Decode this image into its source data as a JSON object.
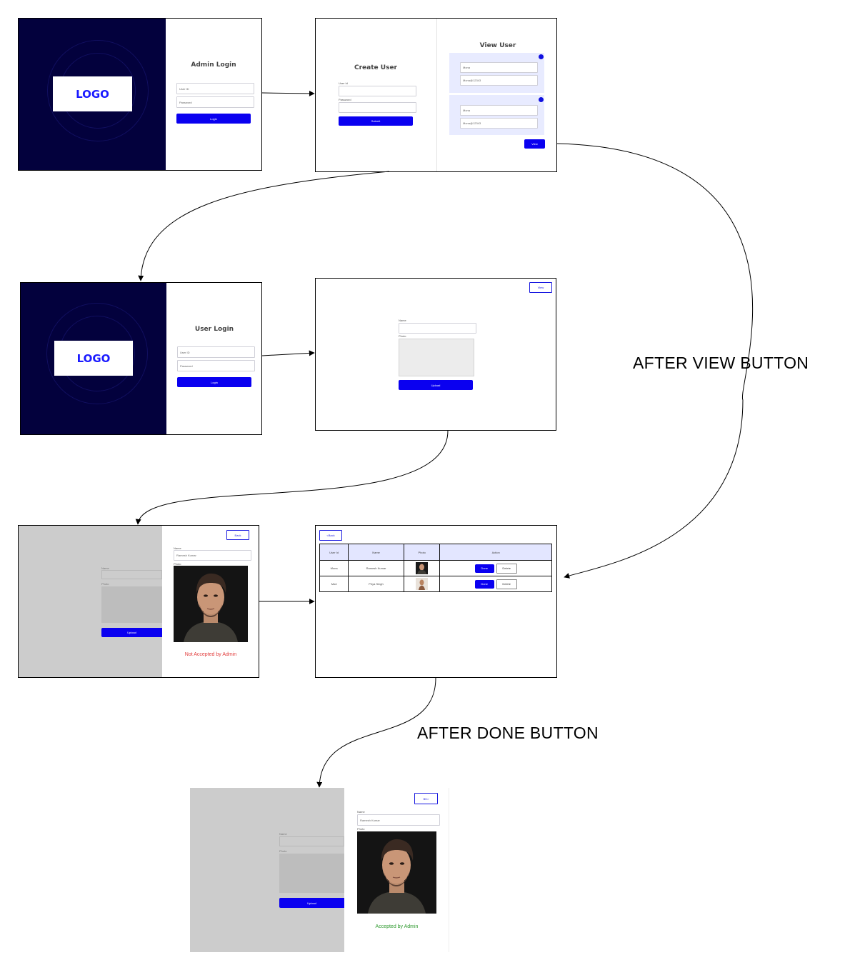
{
  "admin_login": {
    "logo": "LOGO",
    "title": "Admin Login",
    "user_id_placeholder": "User ID",
    "password_placeholder": "Password",
    "login_label": "Login"
  },
  "create_user": {
    "title": "Create User",
    "user_id_label": "User Id",
    "password_label": "Password",
    "submit_label": "Submit"
  },
  "view_user": {
    "title": "View User",
    "cards": [
      {
        "name": "Mona",
        "password": "Mona@12343"
      },
      {
        "name": "Mona",
        "password": "Mona@12343"
      }
    ],
    "view_label": "View"
  },
  "user_login": {
    "logo": "LOGO",
    "title": "User Login",
    "user_id_placeholder": "User ID",
    "password_placeholder": "Password",
    "login_label": "Login"
  },
  "upload_screen": {
    "view_label": "View",
    "name_label": "Name",
    "photo_label": "Photo",
    "upload_label": "Upload"
  },
  "profile_not_accepted": {
    "back_label": "Back",
    "name_label": "Name",
    "name_value": "Ramesh Kumar",
    "photo_label": "Photo",
    "status": "Not Accepted by Admin",
    "bg_name_label": "Name",
    "bg_photo_label": "Photo",
    "bg_upload_label": "Upload"
  },
  "admin_table": {
    "back_label": "<Back",
    "headers": [
      "User Id",
      "Name",
      "Photo",
      "Action"
    ],
    "rows": [
      {
        "user_id": "Mona",
        "name": "Ramesh Kumar",
        "primary_action": "Done",
        "secondary_action": "Delete"
      },
      {
        "user_id": "Mod",
        "name": "Priya Singh",
        "primary_action": "Done",
        "secondary_action": "Delete"
      }
    ]
  },
  "profile_accepted": {
    "back_label": "BK>",
    "name_label": "Name",
    "name_value": "Ramesh Kumar",
    "photo_label": "Photo",
    "status": "Accepted by Admin",
    "bg_name_label": "Name",
    "bg_photo_label": "Photo",
    "bg_upload_label": "Upload"
  },
  "captions": {
    "after_view": "AFTER VIEW BUTTON",
    "after_done": "AFTER DONE BUTTON"
  },
  "colors": {
    "navy": "#03013d",
    "primary": "#0a00f0",
    "card": "#e8ebff",
    "error": "#e23b3b",
    "success": "#2f9a2f"
  }
}
